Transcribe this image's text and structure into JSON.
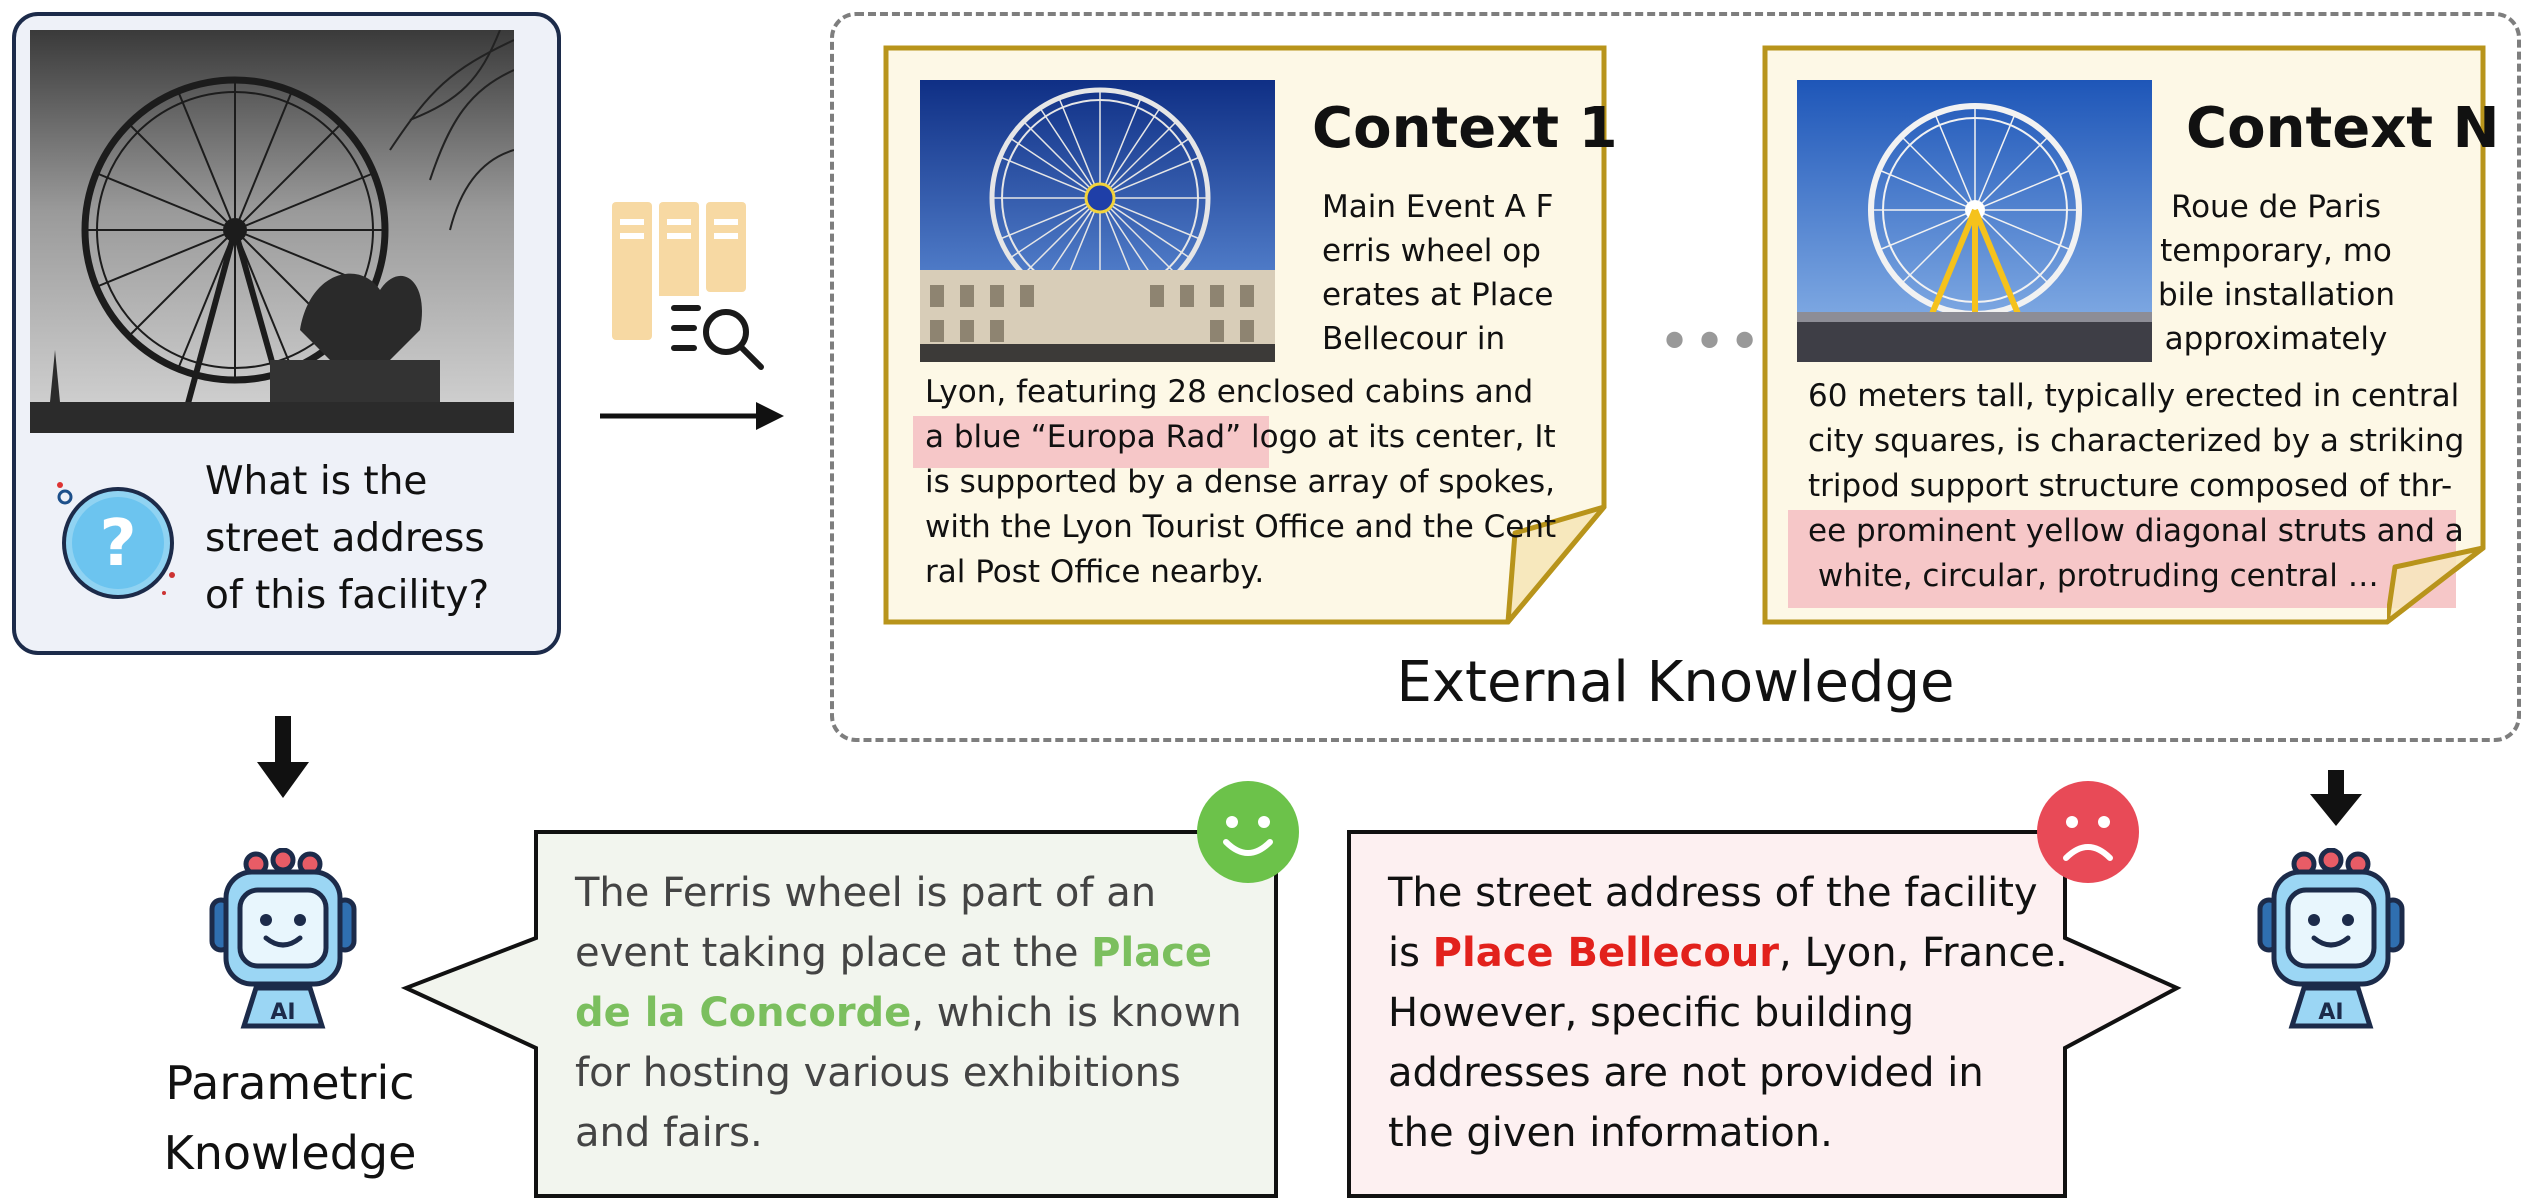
{
  "question": {
    "lines": [
      "What is the",
      "street address",
      "of this facility?"
    ]
  },
  "external": {
    "label": "External Knowledge",
    "ellipsis": "•••",
    "context_1": {
      "title": "Context 1",
      "side_text": "Main Event A F\nerris wheel op\nerates at Place\nBellecour in",
      "body_before": "Lyon, featuring 28 enclosed cabins and\n",
      "highlight": "a blue “Europa Rad” logo",
      "body_after": " at its center, It\nis supported by a dense array of spokes,\nwith the Lyon Tourist Office and the Cent\nral Post Office nearby."
    },
    "context_n": {
      "title": "Context N",
      "side_text": "Roue de Paris\ntemporary, mo\nbile installation\napproximately",
      "body_before": "60 meters tall, typically erected in central\ncity squares, is characterized by a striking\ntripod support structure composed of thr-\n",
      "highlight": "ee prominent yellow diagonal struts and a\n white, circular, protruding central …"
    }
  },
  "parametric": {
    "label_lines": [
      "Parametric",
      "Knowledge"
    ],
    "answer_before": "The Ferris wheel is part of an\nevent taking place at the ",
    "answer_strong_1": "Place",
    "answer_mid": "\n",
    "answer_strong_2": "de la Concorde",
    "answer_after": ", which is known\nfor hosting various exhibitions\nand fairs."
  },
  "rag_answer": {
    "before": "The street address of the facility\nis ",
    "strong": "Place Bellecour",
    "after": ", Lyon, France.\nHowever, specific building\naddresses are not provided in\nthe given information."
  },
  "robot_badge": "AI",
  "colors": {
    "accent_green": "#7bbf5e",
    "accent_red": "#e2211c",
    "card_border": "#b8941b",
    "card_fill": "#fdf8e6",
    "highlight": "#f6c7c8"
  }
}
